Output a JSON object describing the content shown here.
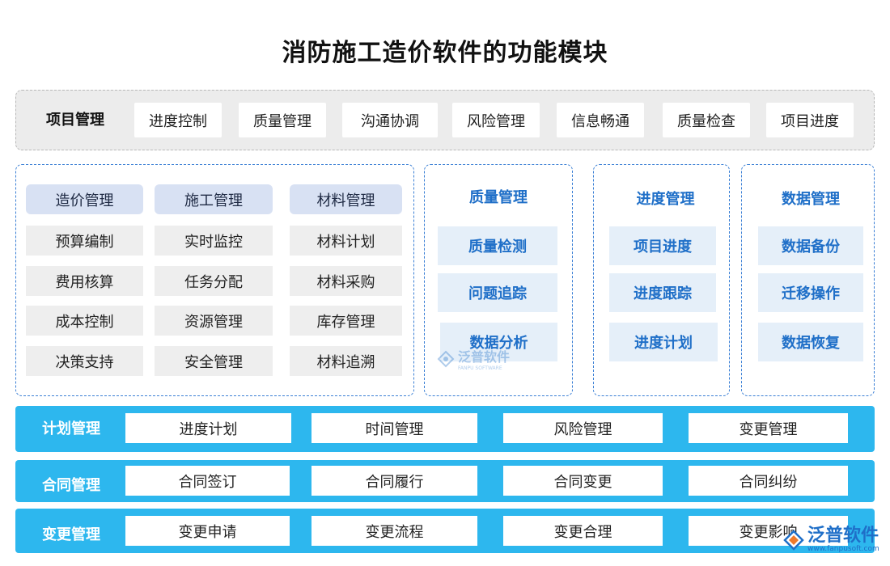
{
  "title": "消防施工造价软件的功能模块",
  "top": {
    "label": "项目管理",
    "items": [
      "进度控制",
      "质量管理",
      "沟通协调",
      "风险管理",
      "信息畅通",
      "质量检查",
      "项目进度"
    ]
  },
  "main_panel": {
    "columns": [
      {
        "head": "造价管理",
        "items": [
          "预算编制",
          "费用核算",
          "成本控制",
          "决策支持"
        ]
      },
      {
        "head": "施工管理",
        "items": [
          "实时监控",
          "任务分配",
          "资源管理",
          "安全管理"
        ]
      },
      {
        "head": "材料管理",
        "items": [
          "材料计划",
          "材料采购",
          "库存管理",
          "材料追溯"
        ]
      }
    ]
  },
  "quality_panel": {
    "head": "质量管理",
    "items": [
      "质量检测",
      "问题追踪",
      "数据分析"
    ]
  },
  "progress_panel": {
    "head": "进度管理",
    "items": [
      "项目进度",
      "进度跟踪",
      "进度计划"
    ]
  },
  "data_panel": {
    "head": "数据管理",
    "items": [
      "数据备份",
      "迁移操作",
      "数据恢复"
    ]
  },
  "bands": [
    {
      "label": "计划管理",
      "items": [
        "进度计划",
        "时间管理",
        "风险管理",
        "变更管理"
      ]
    },
    {
      "label": "合同管理",
      "items": [
        "合同签订",
        "合同履行",
        "合同变更",
        "合同纠纷"
      ]
    },
    {
      "label": "变更管理",
      "items": [
        "变更申请",
        "变更流程",
        "变更合理",
        "变更影响"
      ]
    }
  ],
  "watermark": {
    "text": "泛普软件",
    "sub": "FANPU SOFTWARE"
  },
  "brand": {
    "text": "泛普软件",
    "url": "www.fanpusoft.com"
  }
}
